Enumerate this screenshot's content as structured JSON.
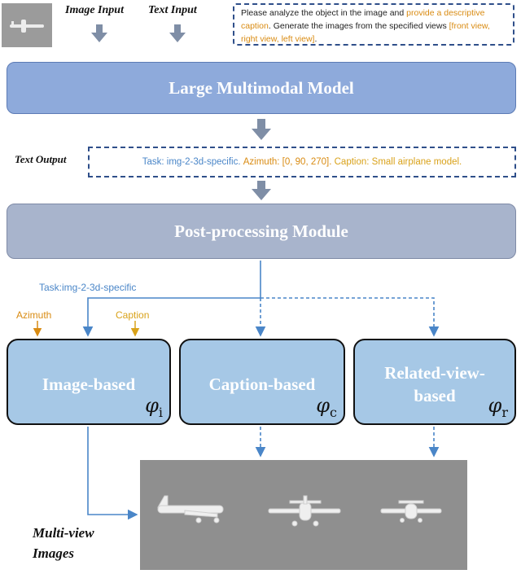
{
  "inputs": {
    "image_input_label": "Image Input",
    "text_input_label": "Text Input"
  },
  "prompt": {
    "part1": "Please analyze the object in the image and ",
    "part2": "provide a descriptive caption",
    "part3": ". Generate the images from the specified views ",
    "part4": "[front view, right view, left view]",
    "part5": "."
  },
  "lmm": {
    "label": "Large Multimodal Model"
  },
  "text_output": {
    "label": "Text Output",
    "task": "Task: img-2-3d-specific.",
    "azimuth": "Azimuth: [0, 90, 270].",
    "caption": "Caption: Small airplane model."
  },
  "post": {
    "label": "Post-processing Module"
  },
  "branch_labels": {
    "task": "Task:img-2-3d-specific",
    "azimuth": "Azimuth",
    "caption": "Caption"
  },
  "methods": [
    {
      "label": "Image-based",
      "phi": "φ",
      "sub": "i"
    },
    {
      "label": "Caption-based",
      "phi": "φ",
      "sub": "c"
    },
    {
      "label_line1": "Related-view-",
      "label_line2": "based",
      "phi": "φ",
      "sub": "r"
    }
  ],
  "output": {
    "label_line1": "Multi-view",
    "label_line2": "Images"
  },
  "colors": {
    "lmm_fill": "#8eaadb",
    "post_fill": "#a8b4cc",
    "method_fill": "#a6c8e6",
    "dashed_border": "#2f4f8a",
    "connector_blue": "#4a86c8",
    "arrow_gray": "#7f8ea6",
    "orange": "#d98b12",
    "gold": "#d9a21a"
  }
}
